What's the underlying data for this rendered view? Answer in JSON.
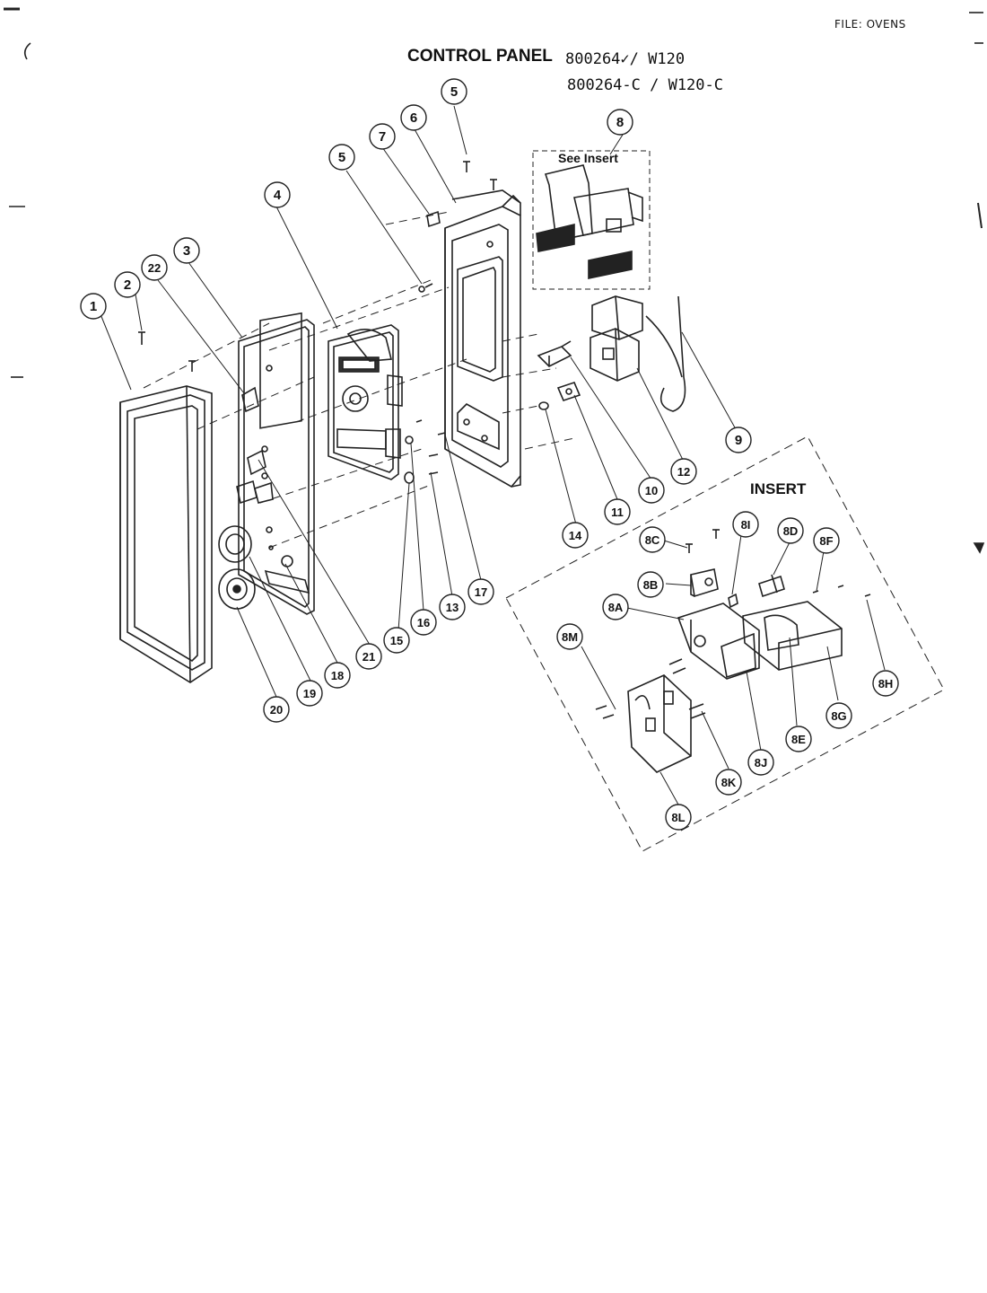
{
  "header": {
    "file_label": "FILE: OVENS",
    "title": "CONTROL PANEL",
    "model_line_1": "800264✓/ W120",
    "model_line_2": "800264-C / W120-C"
  },
  "insert": {
    "title": "INSERT",
    "see_insert": "See Insert"
  },
  "callouts": [
    {
      "id": "c1",
      "label": "1"
    },
    {
      "id": "c2",
      "label": "2"
    },
    {
      "id": "c22",
      "label": "22"
    },
    {
      "id": "c3",
      "label": "3"
    },
    {
      "id": "c4",
      "label": "4"
    },
    {
      "id": "c5a",
      "label": "5"
    },
    {
      "id": "c7",
      "label": "7"
    },
    {
      "id": "c6",
      "label": "6"
    },
    {
      "id": "c5b",
      "label": "5"
    },
    {
      "id": "c8",
      "label": "8"
    },
    {
      "id": "c9",
      "label": "9"
    },
    {
      "id": "c12",
      "label": "12"
    },
    {
      "id": "c10",
      "label": "10"
    },
    {
      "id": "c11",
      "label": "11"
    },
    {
      "id": "c14",
      "label": "14"
    },
    {
      "id": "c17",
      "label": "17"
    },
    {
      "id": "c13",
      "label": "13"
    },
    {
      "id": "c16",
      "label": "16"
    },
    {
      "id": "c15",
      "label": "15"
    },
    {
      "id": "c21",
      "label": "21"
    },
    {
      "id": "c18",
      "label": "18"
    },
    {
      "id": "c19",
      "label": "19"
    },
    {
      "id": "c20",
      "label": "20"
    },
    {
      "id": "c8C",
      "label": "8C"
    },
    {
      "id": "c8I",
      "label": "8I"
    },
    {
      "id": "c8D",
      "label": "8D"
    },
    {
      "id": "c8F",
      "label": "8F"
    },
    {
      "id": "c8B",
      "label": "8B"
    },
    {
      "id": "c8A",
      "label": "8A"
    },
    {
      "id": "c8M",
      "label": "8M"
    },
    {
      "id": "c8H",
      "label": "8H"
    },
    {
      "id": "c8G",
      "label": "8G"
    },
    {
      "id": "c8E",
      "label": "8E"
    },
    {
      "id": "c8J",
      "label": "8J"
    },
    {
      "id": "c8K",
      "label": "8K"
    },
    {
      "id": "c8L",
      "label": "8L"
    }
  ]
}
